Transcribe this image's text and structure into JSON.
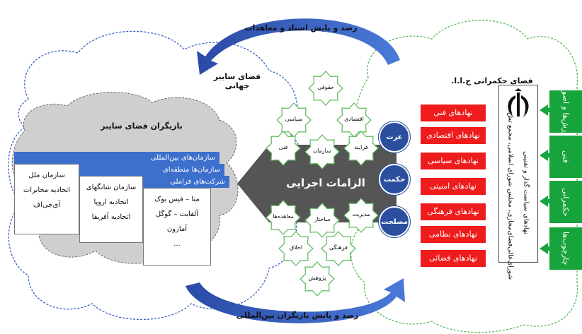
{
  "top_arrow_label": "رصد و پایش اسناد و معاهدات",
  "bottom_arrow_label": "رصد و پایش بازیگران بین‌المللی",
  "left_cloud": {
    "title": "فضای سایبر جهانی"
  },
  "inner_cloud": {
    "title": "بازیگران فضای سایبر",
    "groups": [
      {
        "label": "سازمان‌های بین‌المللی",
        "items": [
          "سازمان ملل",
          "اتحادیه مخابرات",
          "آی‌جی‌اف"
        ]
      },
      {
        "label": "سازمان‌ها منطقه‌ای",
        "items": [
          "سازمان شانگهای",
          "اتحادیه اروپا",
          "اتحادیه آفریقا"
        ]
      },
      {
        "label": "شرکت‌های فراملی",
        "items": [
          "متا – فیس بوک",
          "آلفابت – گوگل",
          "آمازون",
          "..."
        ]
      }
    ]
  },
  "center": {
    "label": "الزامات اجرایی",
    "top_stars": [
      "حقوقی",
      "سیاسی",
      "اقتصادی",
      "فنی",
      "سازمان",
      "فرایند"
    ],
    "bottom_stars": [
      "معاهده‌ها",
      "ساختار",
      "مدیریت",
      "اخلاق",
      "فرهنگی",
      "پژوهش"
    ]
  },
  "values": [
    "عزت",
    "حکمت",
    "مصلحت"
  ],
  "right_cloud": {
    "title": "فضای حکمرانی ج.ا.ا.",
    "institutions": [
      "نهادهای فنی",
      "نهادهای اقتصادی",
      "نهادهای سیاسی",
      "نهادهای امنیتی",
      "نهادهای فرهنگی",
      "نهادهای نظامی",
      "نهادهای قضائی"
    ],
    "vertical_box_text": "شورای‌عالی‌فضای‌مجازی، مجلس شورای اسلامی، مجمع تش...",
    "vertical_box_subtext": "نهادهای سیاست گذار و تقنینی",
    "emblem_icon": "iran-emblem-icon",
    "green_boxes": [
      "ارزش‌ها و اصول",
      "فنی",
      "حکمرانی",
      "چارچوب‌ها"
    ]
  },
  "colors": {
    "blue_arrow": "#3a63c4",
    "banner": "#3d6fcc",
    "red": "#ee1c1c",
    "green": "#17a43c",
    "circle": "#2b4f9e",
    "gray_cloud": "#cfcfcf",
    "chevron": "#555555"
  }
}
